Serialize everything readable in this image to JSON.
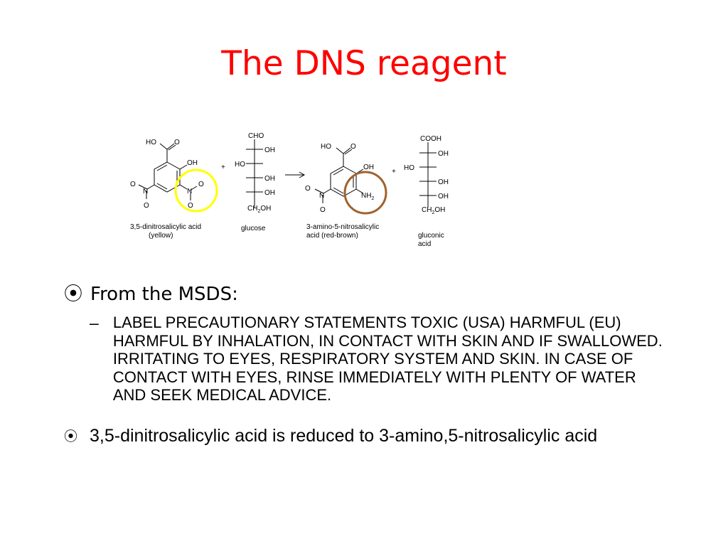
{
  "slide": {
    "title": "The DNS reagent"
  },
  "figure": {
    "reactant1": {
      "labels": {
        "ho_o": "HO",
        "o_top": "O",
        "oh": "OH",
        "n_left": "N",
        "o_left": "O",
        "o_left_bottom": "O",
        "n_right": "N",
        "o_right": "O",
        "o_right_bottom": "O"
      },
      "caption_line1": "3,5-dinitrosalicylic acid",
      "caption_line2": "(yellow)",
      "highlight_color": "#ffff00"
    },
    "plus1": "+",
    "glucose": {
      "top": "CHO",
      "row1_right": "OH",
      "row2_left": "HO",
      "row3_right": "OH",
      "row4_right": "OH",
      "bottom": "CH",
      "bottom_sub": "2",
      "bottom_end": "OH",
      "caption": "glucose"
    },
    "arrow": "→",
    "product1": {
      "labels": {
        "ho": "HO",
        "o_top": "O",
        "oh": "OH",
        "o_left": "O",
        "n_left": "N",
        "o_left_bottom": "O",
        "nh": "NH",
        "nh_sub": "2"
      },
      "caption_line1": "3-amino-5-nitrosalicylic",
      "caption_line2": "acid   (red-brown)",
      "highlight_color": "#a0622d"
    },
    "plus2": "+",
    "gluconic": {
      "top": "COOH",
      "row1_right": "OH",
      "row2_left": "HO",
      "row3_right": "OH",
      "row4_right": "OH",
      "bottom": "CH",
      "bottom_sub": "2",
      "bottom_end": "OH",
      "caption_line1": "gluconic",
      "caption_line2": "acid"
    }
  },
  "bullets": {
    "msds": {
      "glyph": "⦿",
      "text": "From the MSDS:",
      "sub_dash": "–",
      "sub_text": "LABEL PRECAUTIONARY STATEMENTS TOXIC (USA) HARMFUL (EU) HARMFUL BY INHALATION, IN CONTACT WITH SKIN AND IF SWALLOWED. IRRITATING TO EYES, RESPIRATORY SYSTEM AND SKIN. IN CASE OF CONTACT WITH EYES, RINSE IMMEDIATELY WITH PLENTY OF WATER AND SEEK MEDICAL ADVICE."
    },
    "reduction": {
      "glyph": "⦿",
      "text": "3,5-dinitrosalicylic acid is reduced to 3-amino,5-nitrosalicylic acid"
    }
  }
}
